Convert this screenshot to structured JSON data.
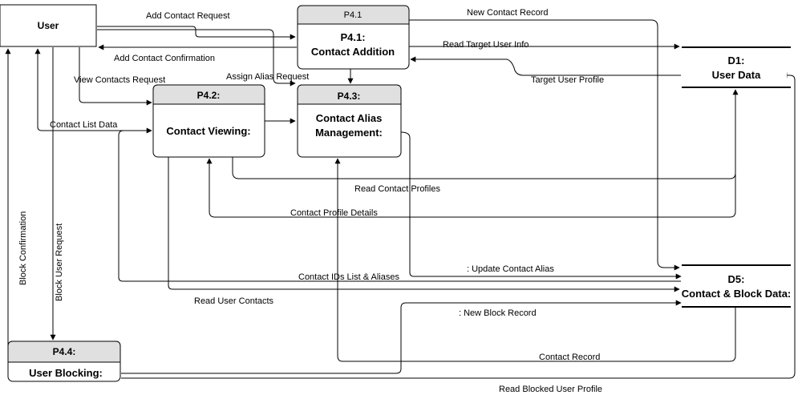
{
  "entities": {
    "user": "User"
  },
  "processes": {
    "p41": {
      "id": "P4.1",
      "line1": "P4.1:",
      "line2": "Contact Addition"
    },
    "p42": {
      "id": "P4.2:",
      "line1": "Contact Viewing:"
    },
    "p43": {
      "id": "P4.3:",
      "line1": "Contact Alias",
      "line2": "Management:"
    },
    "p44": {
      "id": "P4.4:",
      "line1": "User Blocking:"
    }
  },
  "stores": {
    "d1": {
      "line1": "D1:",
      "line2": "User Data"
    },
    "d5": {
      "line1": "D5:",
      "line2": "Contact & Block Data:"
    }
  },
  "flows": {
    "add_contact_request": "Add Contact Request",
    "add_contact_confirmation": "Add Contact Confirmation",
    "new_contact_record": "New Contact Record",
    "read_target_user_info": "Read Target User Info",
    "target_user_profile": "Target User Profile",
    "view_contacts_request": "View Contacts Request",
    "assign_alias_request": "Assign Alias Request",
    "contact_list_data": "Contact List Data",
    "read_contact_profiles": "Read Contact Profiles",
    "contact_profile_details": "Contact Profile Details",
    "update_contact_alias": ": Update Contact Alias",
    "contact_ids_list_aliases": "Contact IDs List & Aliases",
    "read_user_contacts": "Read User Contacts",
    "new_block_record": ": New Block Record",
    "contact_record": "Contact Record",
    "read_blocked_user_profile": "Read Blocked User Profile",
    "block_confirmation": "Block Confirmation",
    "block_user_request": "Block User Request"
  }
}
